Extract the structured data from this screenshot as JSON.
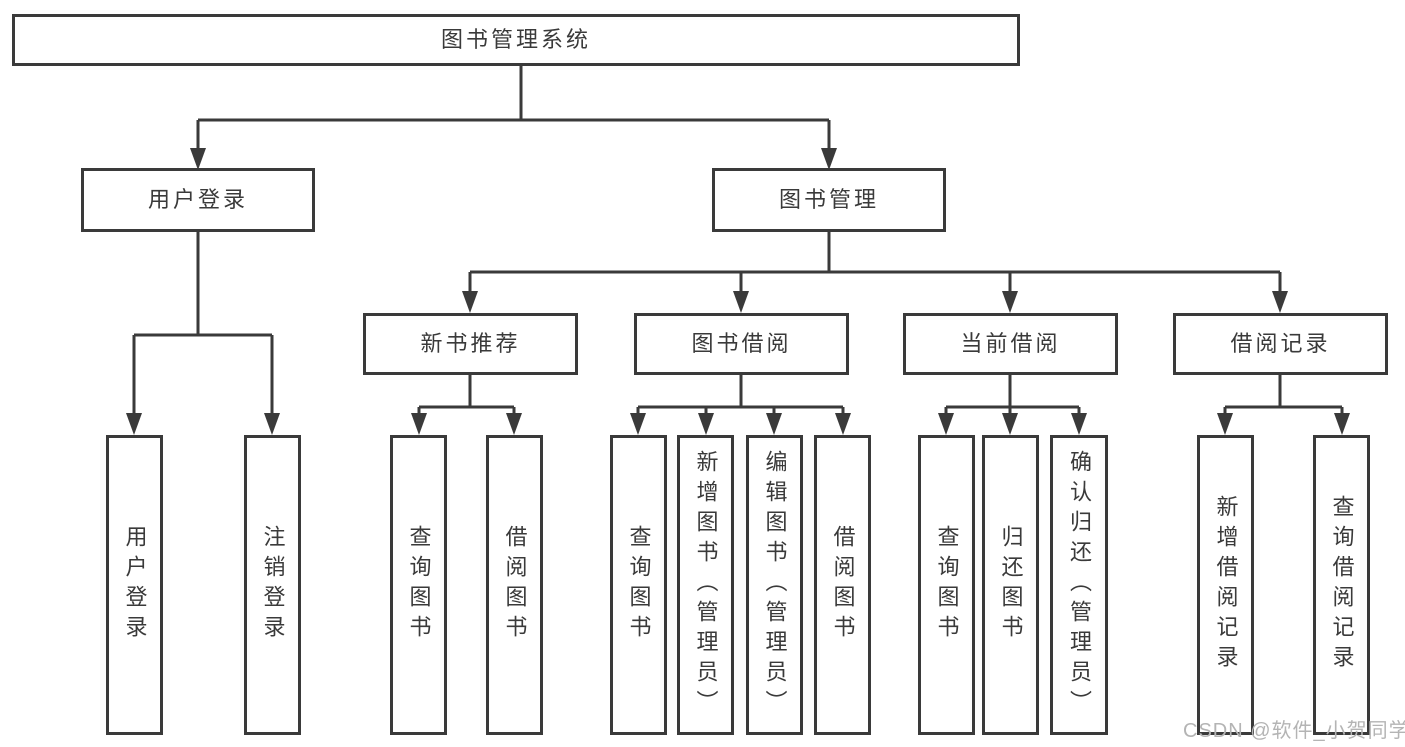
{
  "diagram": {
    "type": "hierarchy-tree",
    "root": {
      "label": "图书管理系统"
    },
    "branches": [
      {
        "label": "用户登录",
        "children": [
          {
            "label": "用户登录"
          },
          {
            "label": "注销登录"
          }
        ]
      },
      {
        "label": "图书管理",
        "children": [
          {
            "label": "新书推荐",
            "children": [
              {
                "label": "查询图书"
              },
              {
                "label": "借阅图书"
              }
            ]
          },
          {
            "label": "图书借阅",
            "children": [
              {
                "label": "查询图书"
              },
              {
                "label": "新增图书（管理员）"
              },
              {
                "label": "编辑图书（管理员）"
              },
              {
                "label": "借阅图书"
              }
            ]
          },
          {
            "label": "当前借阅",
            "children": [
              {
                "label": "查询图书"
              },
              {
                "label": "归还图书"
              },
              {
                "label": "确认归还（管理员）"
              }
            ]
          },
          {
            "label": "借阅记录",
            "children": [
              {
                "label": "新增借阅记录"
              },
              {
                "label": "查询借阅记录"
              }
            ]
          }
        ]
      }
    ]
  },
  "watermark": {
    "text": "CSDN @软件_小贺同学"
  },
  "colors": {
    "line": "#3a3a3a",
    "box_border": "#3a3a3a",
    "text": "#3a3a3a",
    "watermark": "#b4b4b4",
    "background": "#ffffff"
  }
}
